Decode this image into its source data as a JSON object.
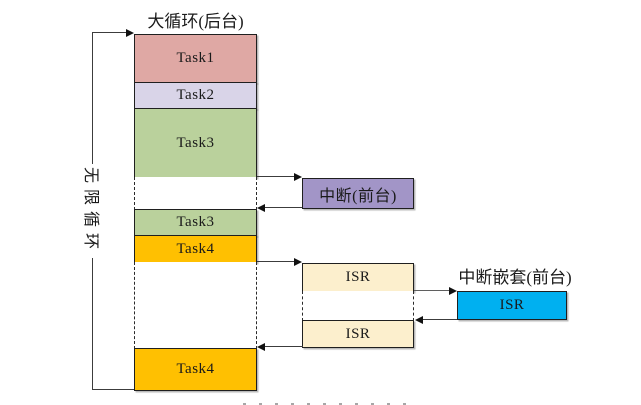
{
  "diagram": {
    "title": "大循环(后台)",
    "loop_label": "无限循环",
    "background_column": {
      "boxes": [
        {
          "label": "Task1",
          "color": "#dfa8a4"
        },
        {
          "label": "Task2",
          "color": "#d9d4e8"
        },
        {
          "label": "Task3",
          "color": "#bad19c"
        },
        {
          "label": "Task3",
          "color": "#bad19c"
        },
        {
          "label": "Task4",
          "color": "#ffc001"
        },
        {
          "label": "Task4",
          "color": "#ffc001"
        }
      ]
    },
    "interrupt_box": {
      "label": "中断(前台)",
      "color": "#a295c7"
    },
    "isr_boxes": [
      {
        "label": "ISR",
        "color": "#fcefcd"
      },
      {
        "label": "ISR",
        "color": "#fcefcd"
      }
    ],
    "nested_interrupt": {
      "label": "中断嵌套(前台)",
      "isr": {
        "label": "ISR",
        "color": "#00b0f0"
      }
    }
  }
}
